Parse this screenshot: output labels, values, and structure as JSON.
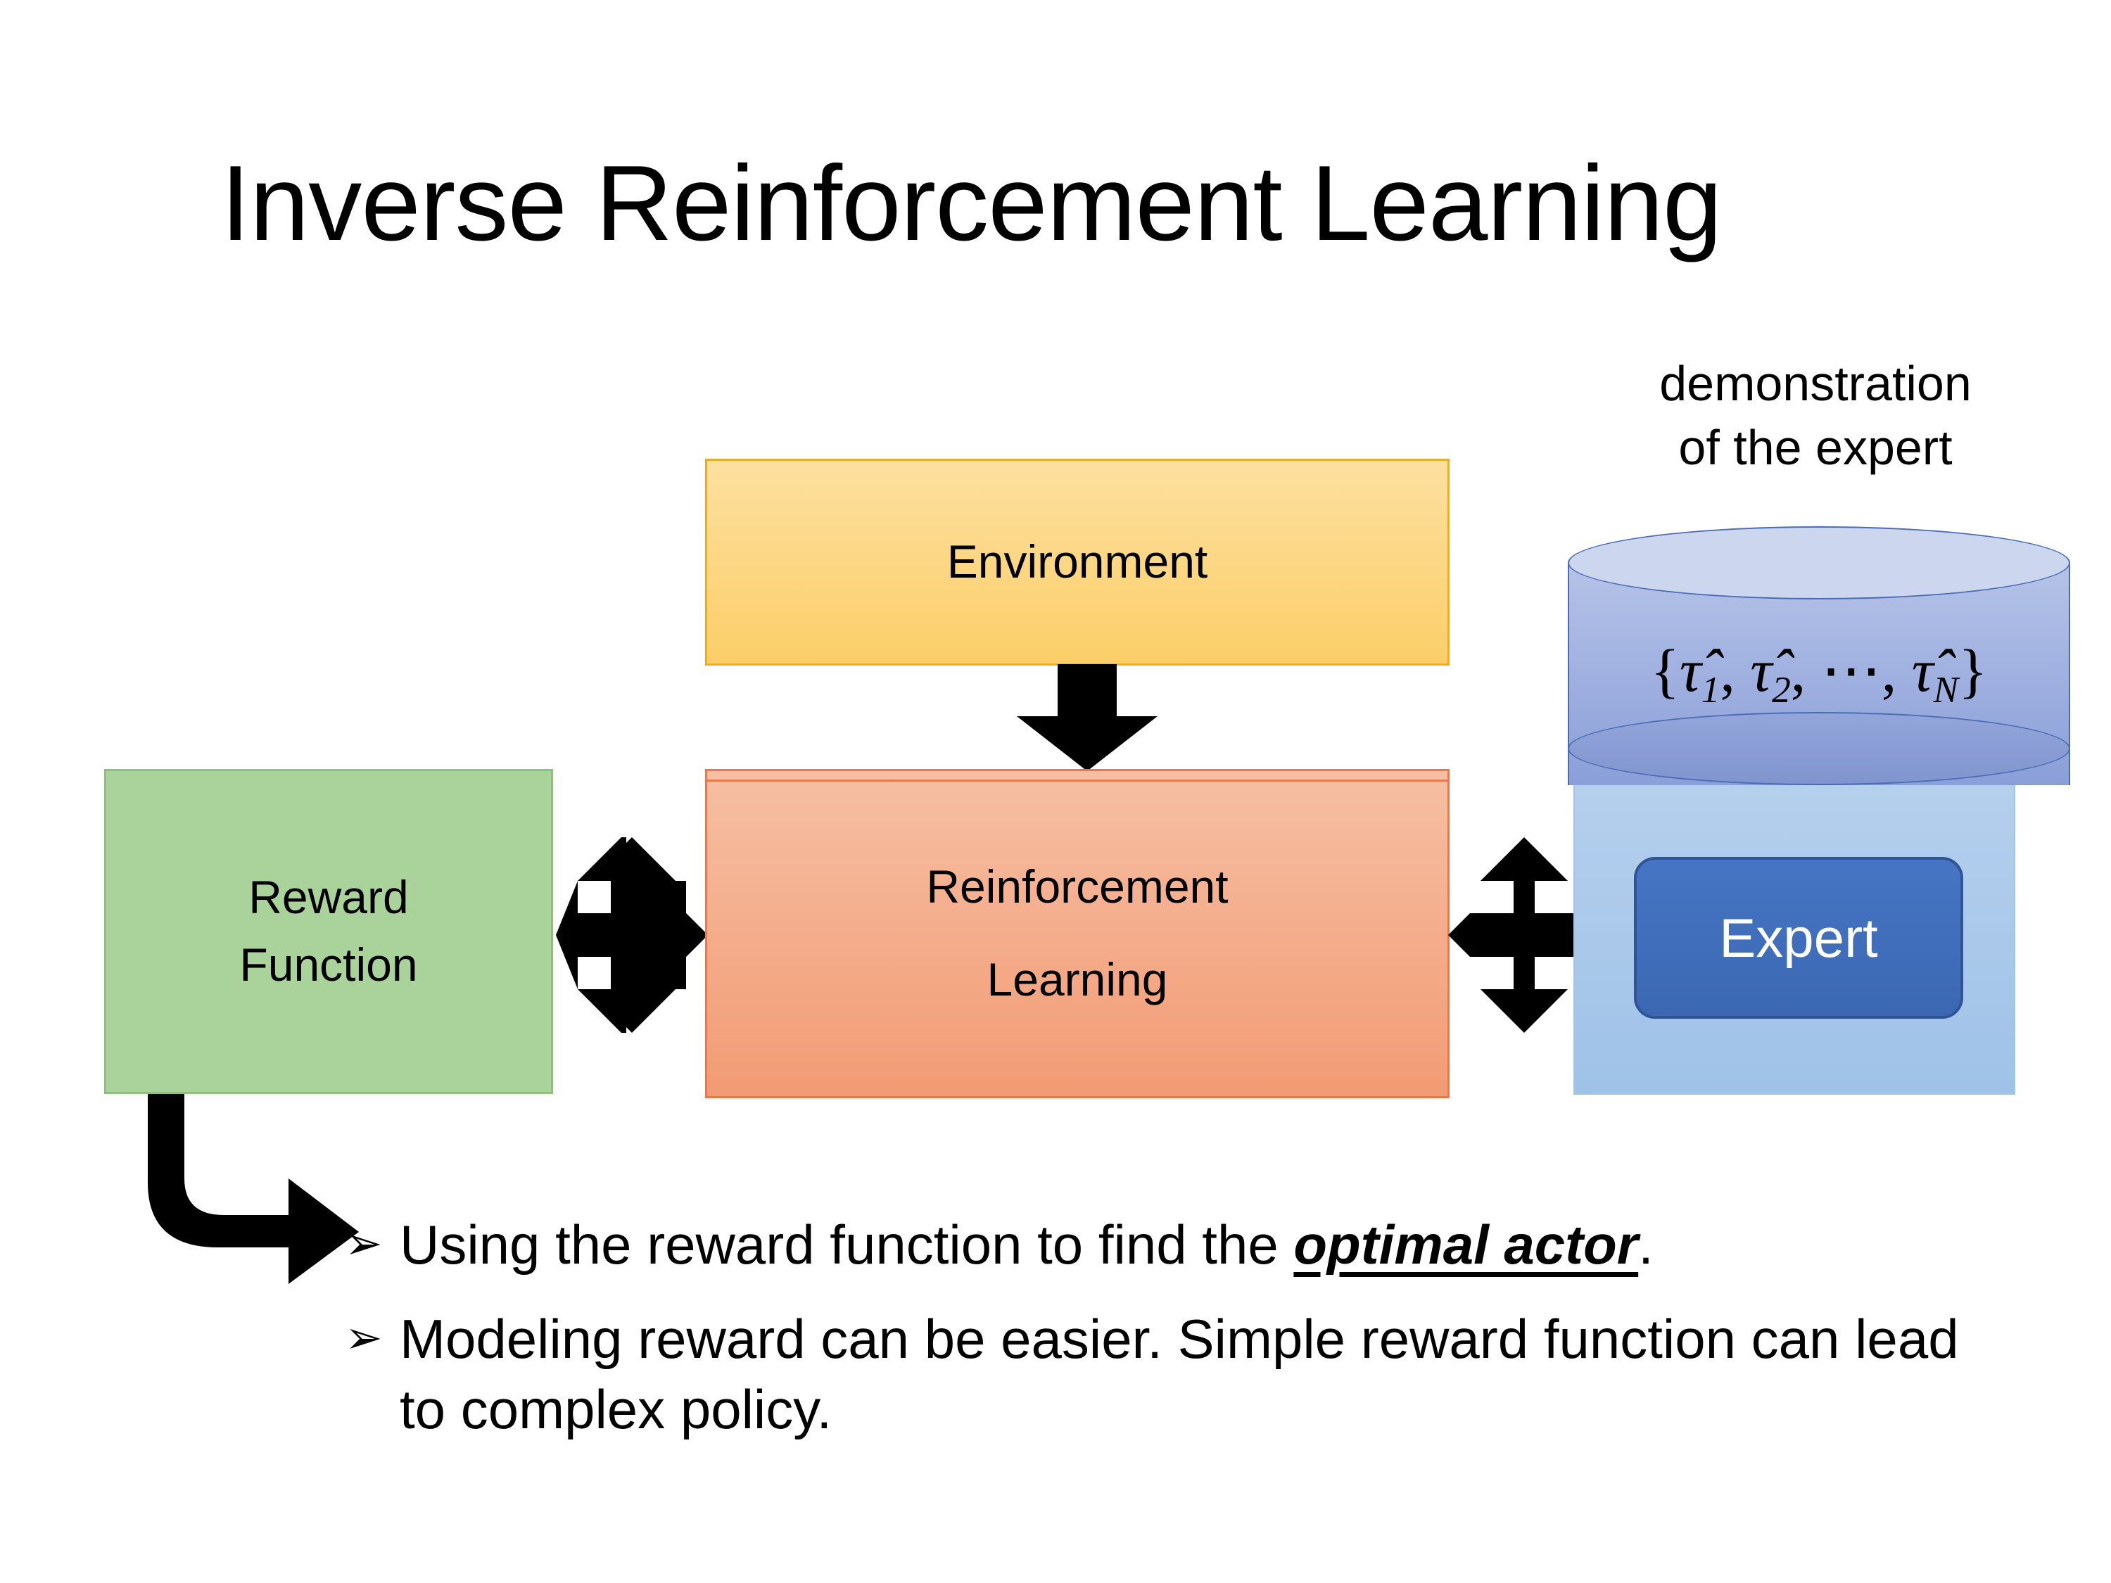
{
  "slide": {
    "title": "Inverse Reinforcement Learning"
  },
  "diagram": {
    "boxes": {
      "environment": {
        "label": "Environment",
        "fill": "#FBCE68",
        "border": "#E8AE28"
      },
      "reward_function": {
        "label_line1": "Reward",
        "label_line2": "Function",
        "fill": "#A9D39A",
        "border": "#8FBF7E"
      },
      "reinforcement_learning": {
        "label_line1": "Reinforcement",
        "label_line2": "Learning",
        "fill": "#F29B74",
        "border": "#E8794A"
      },
      "expert": {
        "label": "Expert",
        "fill": "#3C68B2",
        "border": "#2F5597",
        "text_color": "#FFFFFF"
      },
      "expert_panel": {
        "fill": "#9FC2E8",
        "border": "#A4C4E6"
      }
    },
    "cylinder": {
      "caption_line1": "demonstration",
      "caption_line2": "of the expert",
      "formula_open": "{",
      "formula_terms": [
        "τ̂1",
        "τ̂2",
        "⋯",
        "τ̂N"
      ],
      "formula_close": "}",
      "fill_top": "#CCD6EF",
      "fill_body": "#8A9FD8",
      "border": "#4B6BB5"
    },
    "arrows": [
      {
        "name": "environment-to-rl",
        "type": "down-block-arrow",
        "color": "#000000"
      },
      {
        "name": "reward-rl-link",
        "type": "quad-arrow",
        "color": "#000000"
      },
      {
        "name": "rl-expert-link",
        "type": "quad-arrow",
        "color": "#000000"
      },
      {
        "name": "reward-to-bullets",
        "type": "bent-arrow",
        "color": "#000000"
      }
    ]
  },
  "bullets": [
    {
      "marker": "➢",
      "prefix": "Using the reward function to find the ",
      "emphasis": "optimal actor",
      "suffix": "."
    },
    {
      "marker": "➢",
      "prefix": "Modeling reward can be easier. Simple reward function can lead to complex policy.",
      "emphasis": "",
      "suffix": ""
    }
  ]
}
